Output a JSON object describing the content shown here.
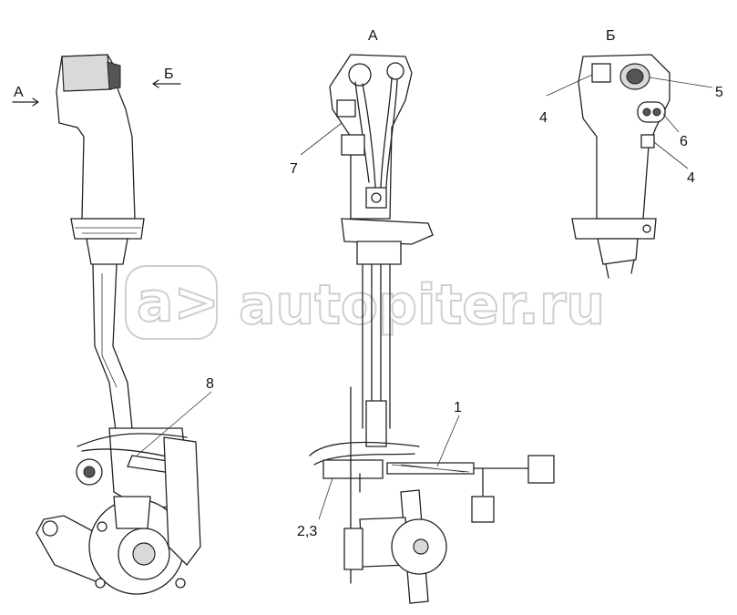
{
  "view_labels": {
    "view_a": "А",
    "view_b": "Б"
  },
  "left_view_arrows": {
    "arrow_a": "А",
    "arrow_b": "Б"
  },
  "callouts": {
    "c1": "1",
    "c23": "2,3",
    "c4a": "4",
    "c4b": "4",
    "c5": "5",
    "c6": "6",
    "c7": "7",
    "c8": "8"
  },
  "watermark": {
    "logo_text": "a>",
    "site_text": "autopiter.ru"
  }
}
